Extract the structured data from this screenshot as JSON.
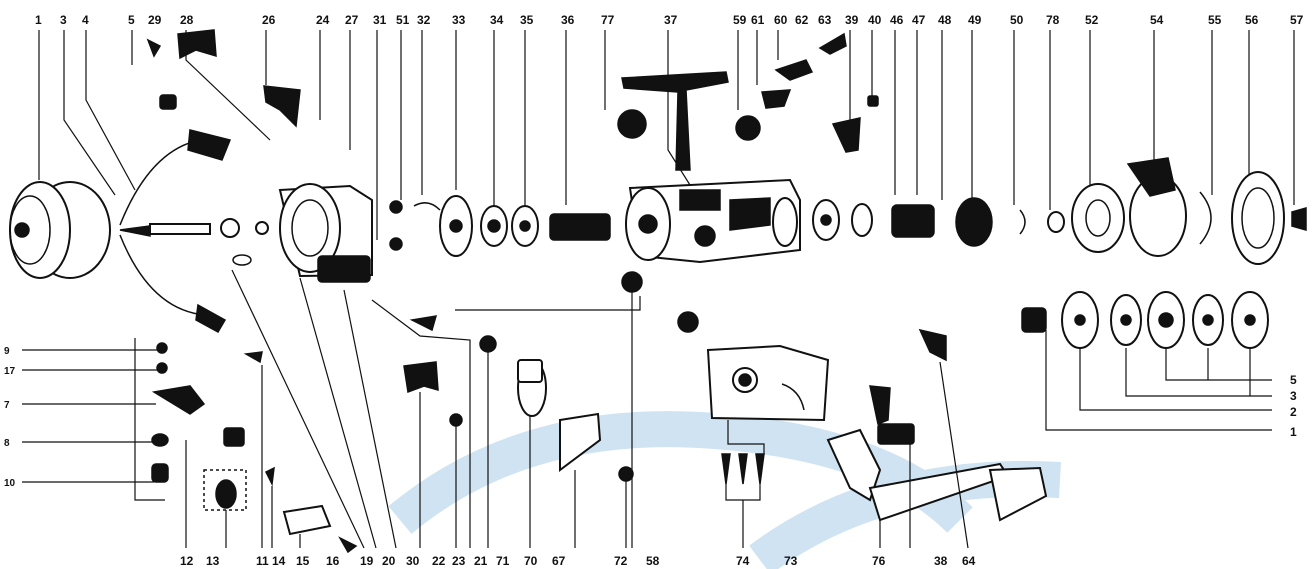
{
  "top_labels": [
    "1",
    "3",
    "4",
    "5",
    "29",
    "28",
    "26",
    "24",
    "27",
    "31",
    "51",
    "32",
    "33",
    "34",
    "35",
    "36",
    "77",
    "37",
    "59",
    "61",
    "60",
    "62",
    "63",
    "39",
    "40",
    "46",
    "47",
    "48",
    "49",
    "50",
    "78",
    "52",
    "54",
    "55",
    "56",
    "57"
  ],
  "bottom_labels": [
    "12",
    "13",
    "11",
    "14",
    "15",
    "16",
    "19",
    "20",
    "30",
    "22",
    "23",
    "21",
    "71",
    "70",
    "67",
    "72",
    "58",
    "74",
    "73",
    "76",
    "38",
    "64"
  ],
  "left_labels": [
    "9",
    "17",
    "7",
    "8",
    "10"
  ],
  "right_labels": [
    "5",
    "3",
    "2",
    "1"
  ],
  "colors": {
    "ink": "#111111",
    "paper": "#ffffff",
    "watermark": "#cfe3f2"
  }
}
